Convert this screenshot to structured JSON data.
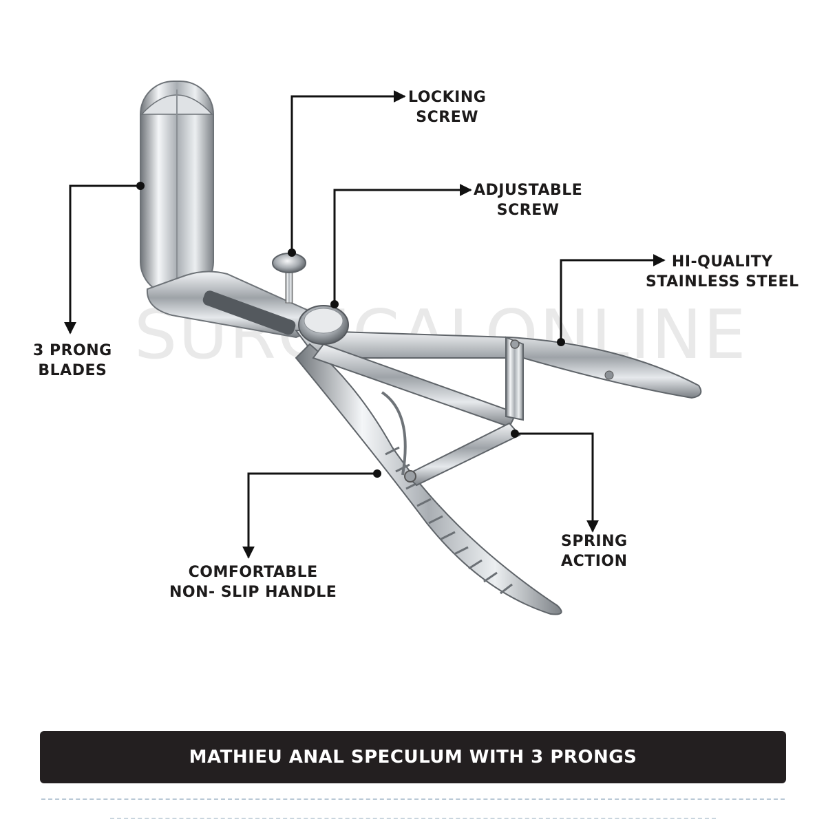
{
  "watermark": "SURGICALONLINE",
  "callouts": {
    "locking_screw": [
      "LOCKING",
      "SCREW"
    ],
    "adjustable_screw": [
      "ADJUSTABLE",
      "SCREW"
    ],
    "hi_quality": [
      "HI-QUALITY",
      "STAINLESS STEEL"
    ],
    "prong_blades": [
      "3 PRONG",
      "BLADES"
    ],
    "spring_action": [
      "SPRING",
      "ACTION"
    ],
    "handle": [
      "COMFORTABLE",
      "NON- SLIP HANDLE"
    ]
  },
  "title": "MATHIEU ANAL SPECULUM WITH 3 PRONGS",
  "colors": {
    "title_bar": "#231f20",
    "title_text": "#ffffff",
    "label_text": "#1c1a1a",
    "line": "#111111"
  }
}
